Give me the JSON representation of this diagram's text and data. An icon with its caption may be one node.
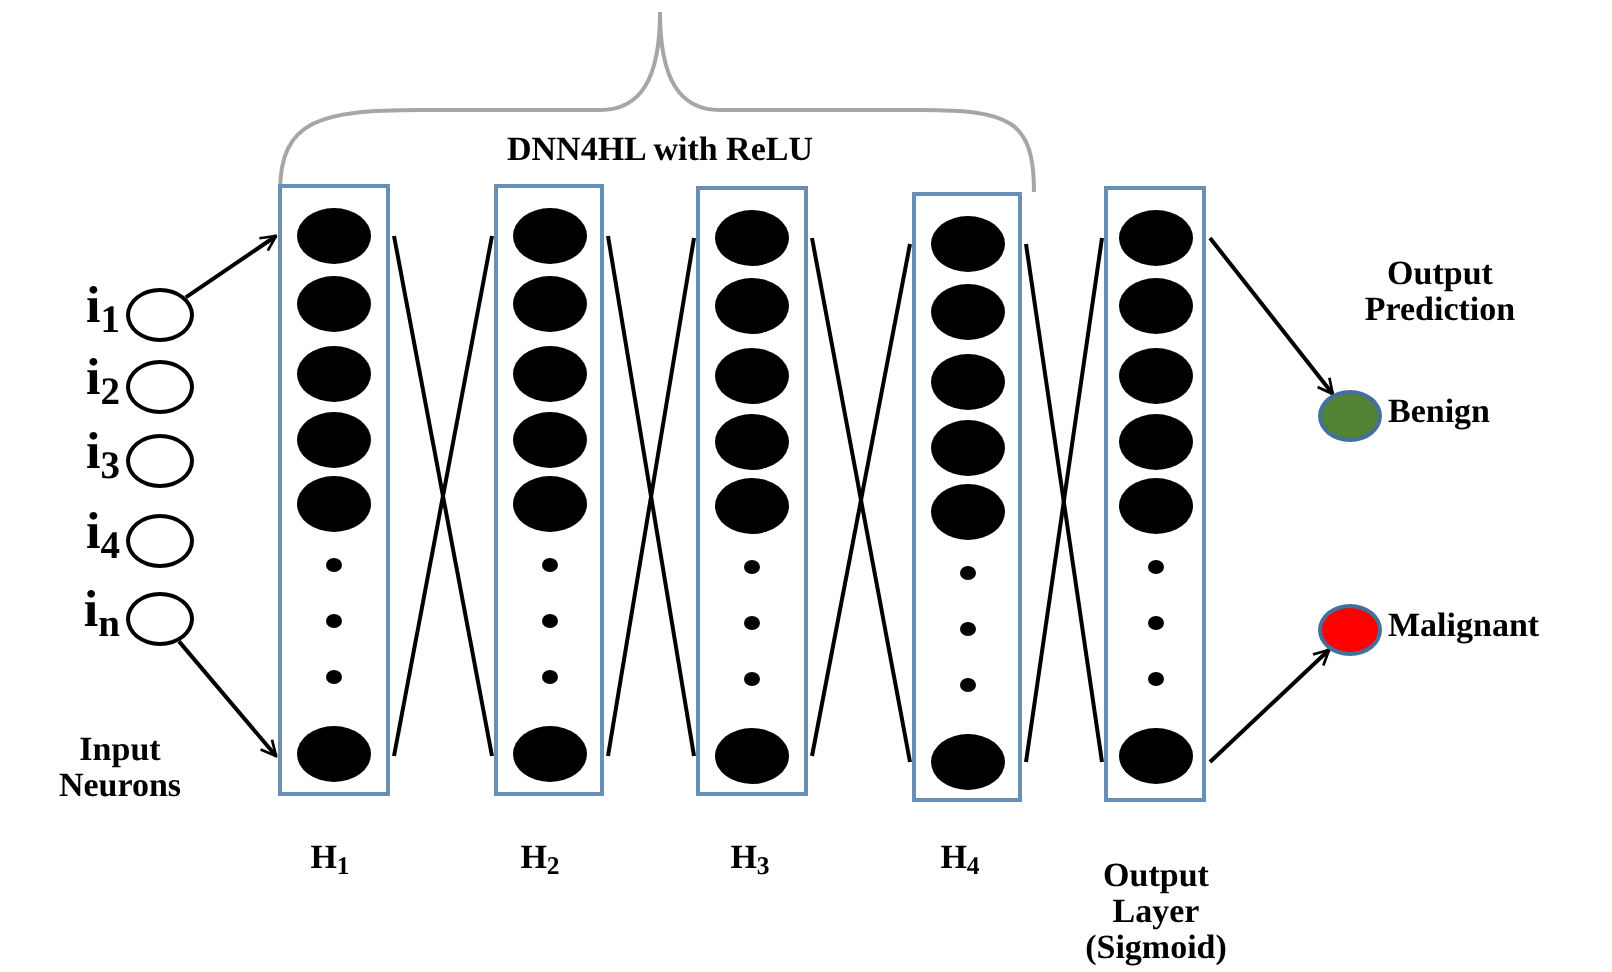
{
  "diagram": {
    "nodes": [
      {
        "text": [],
        "shape": "circle",
        "beside": [
          "i$_{1}$"
        ]
      },
      {
        "text": [],
        "shape": "circle",
        "beside": [
          "i$_{2}$"
        ]
      },
      {
        "text": [],
        "shape": "circle",
        "beside": [
          "i$_{3}$"
        ]
      },
      {
        "text": [],
        "shape": "circle",
        "beside": [
          "i$_{4}$"
        ]
      },
      {
        "text": [],
        "shape": "circle",
        "beside": [
          "i$_{n}$"
        ]
      },
      {
        "text": [],
        "shape": "box",
        "beside": [
          "H$_{1}$"
        ]
      },
      {
        "text": [],
        "shape": "box",
        "beside": [
          "H$_{2}$"
        ]
      },
      {
        "text": [],
        "shape": "box",
        "beside": [
          "H$_{3}$"
        ]
      },
      {
        "text": [],
        "shape": "box",
        "beside": [
          "H$_{4}$"
        ]
      },
      {
        "text": [],
        "shape": "box",
        "beside": [
          "Output Layer (Sigmoid)"
        ]
      },
      {
        "text": [],
        "shape": "circle",
        "beside": [
          "Benign"
        ]
      },
      {
        "text": [],
        "shape": "circle",
        "beside": [
          "Malignant"
        ]
      }
    ],
    "edges": [
      {
        "from": 0,
        "to": 5,
        "arrow": "to"
      },
      {
        "from": 4,
        "to": 5,
        "arrow": "to"
      },
      {
        "from": 5,
        "to": 6,
        "arrow": "none"
      },
      {
        "from": 5,
        "to": 6,
        "arrow": "none"
      },
      {
        "from": 6,
        "to": 7,
        "arrow": "none"
      },
      {
        "from": 6,
        "to": 7,
        "arrow": "none"
      },
      {
        "from": 7,
        "to": 8,
        "arrow": "none"
      },
      {
        "from": 7,
        "to": 8,
        "arrow": "none"
      },
      {
        "from": 8,
        "to": 9,
        "arrow": "none"
      },
      {
        "from": 8,
        "to": 9,
        "arrow": "none"
      },
      {
        "from": 9,
        "to": 10,
        "arrow": "to"
      },
      {
        "from": 9,
        "to": 11,
        "arrow": "to"
      }
    ],
    "labels": [
      "DNN4HL with ReLU",
      "Input Neurons",
      "Output Prediction"
    ]
  }
}
